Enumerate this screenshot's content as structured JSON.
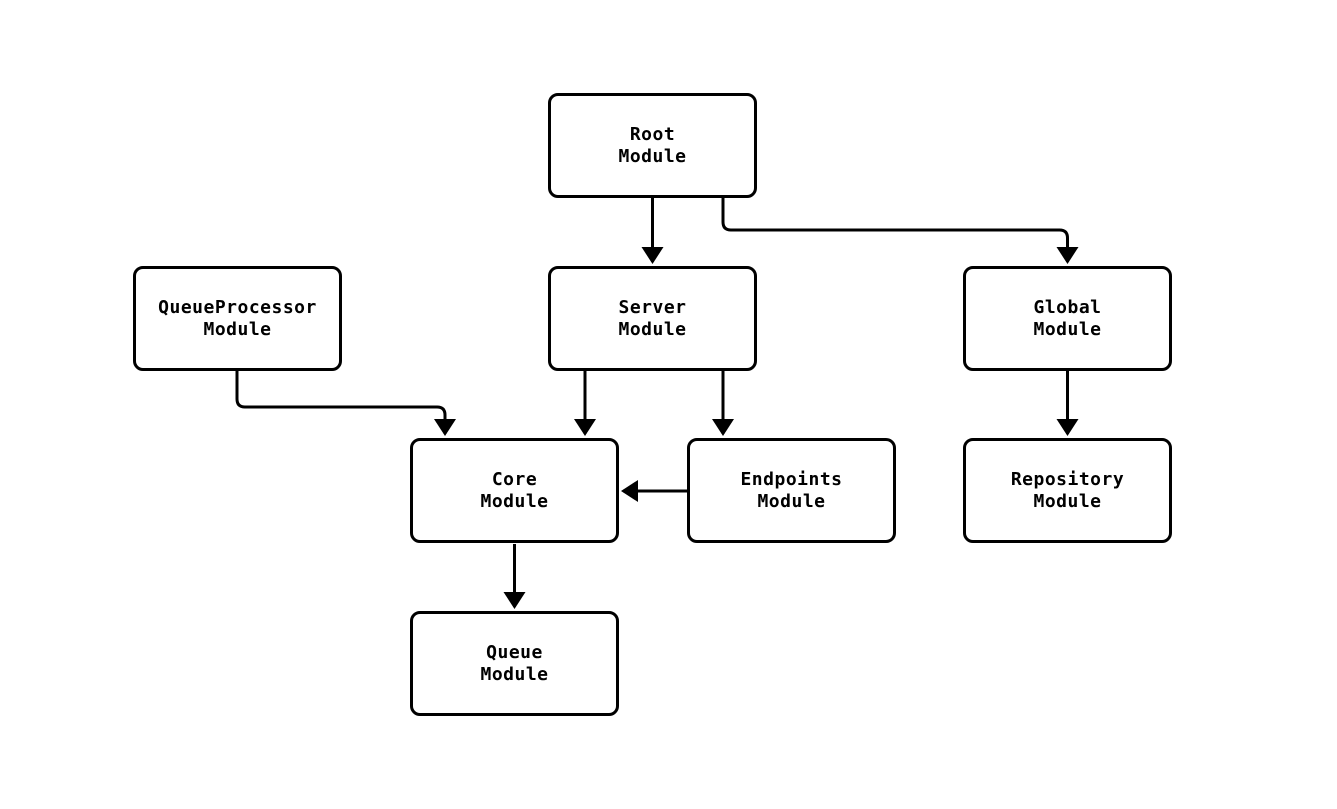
{
  "diagram": {
    "type": "module-dependency-graph",
    "colors": {
      "background": "#ffffff",
      "node_fill": "#ffffff",
      "node_stroke": "#000000",
      "edge_stroke": "#000000",
      "text": "#000000"
    },
    "nodes": {
      "root": {
        "label": "Root\nModule"
      },
      "queueProcessor": {
        "label": "QueueProcessor\nModule"
      },
      "server": {
        "label": "Server\nModule"
      },
      "global": {
        "label": "Global\nModule"
      },
      "core": {
        "label": "Core\nModule"
      },
      "endpoints": {
        "label": "Endpoints\nModule"
      },
      "repository": {
        "label": "Repository\nModule"
      },
      "queue": {
        "label": "Queue\nModule"
      }
    },
    "edges": [
      {
        "from": "Root Module",
        "to": "Server Module"
      },
      {
        "from": "Root Module",
        "to": "Global Module"
      },
      {
        "from": "QueueProcessor Module",
        "to": "Core Module"
      },
      {
        "from": "Server Module",
        "to": "Core Module"
      },
      {
        "from": "Server Module",
        "to": "Endpoints Module"
      },
      {
        "from": "Endpoints Module",
        "to": "Core Module"
      },
      {
        "from": "Global Module",
        "to": "Repository Module"
      },
      {
        "from": "Core Module",
        "to": "Queue Module"
      }
    ]
  }
}
